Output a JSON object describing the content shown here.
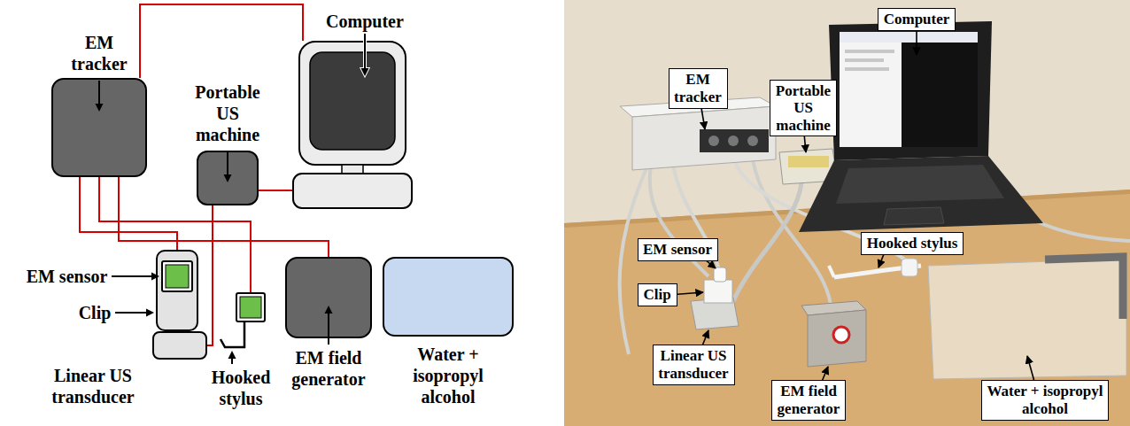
{
  "diagram": {
    "nodes": [
      {
        "text": [
          "EM tracker"
        ]
      },
      {
        "text": [
          "Portable US machine"
        ]
      },
      {
        "text": [
          "Computer"
        ]
      },
      {
        "text": [
          "Clip"
        ]
      },
      {
        "text": [
          "EM sensor"
        ],
        "in": 3
      },
      {
        "text": [
          "Linear US transducer"
        ]
      },
      {
        "text": [
          "Hooked stylus"
        ]
      },
      {
        "text": [
          "EM field generator"
        ]
      },
      {
        "text": [
          "Water + isopropyl alcohol"
        ]
      },
      {
        "text": [
          "EM tracker"
        ]
      },
      {
        "text": [
          "Portable US machine"
        ]
      },
      {
        "text": [
          "Computer"
        ]
      },
      {
        "text": [
          "Hooked stylus"
        ]
      },
      {
        "text": [
          "EM sensor"
        ]
      },
      {
        "text": [
          "Clip"
        ]
      },
      {
        "text": [
          "Linear US transducer"
        ]
      },
      {
        "text": [
          "EM field generator"
        ]
      },
      {
        "text": [
          "Water + isopropyl alcohol"
        ]
      }
    ],
    "edges": [
      {
        "from": 0,
        "to": 2,
        "arrow": "none"
      },
      {
        "from": 1,
        "to": 2,
        "arrow": "none"
      },
      {
        "from": 0,
        "to": 4,
        "arrow": "none"
      },
      {
        "from": 0,
        "to": 6,
        "arrow": "none"
      },
      {
        "from": 0,
        "to": 7,
        "arrow": "none"
      },
      {
        "from": 1,
        "to": 5,
        "arrow": "none"
      }
    ]
  }
}
